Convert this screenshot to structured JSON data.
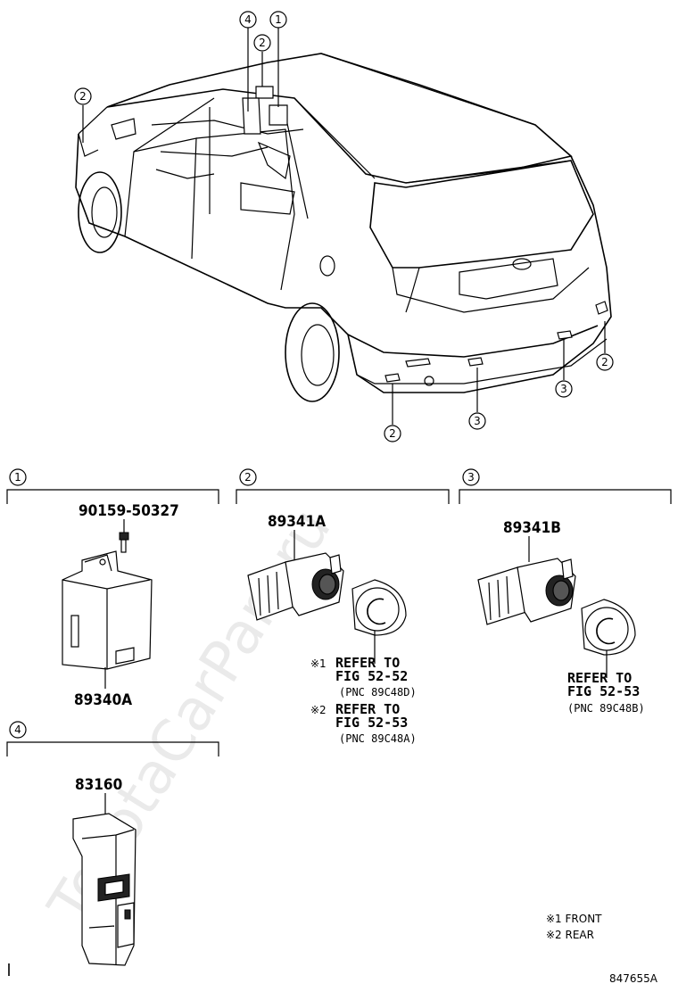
{
  "watermark": "ToyotaCarPart.ru",
  "overview_callouts": [
    "4",
    "2",
    "1",
    "2",
    "2",
    "2",
    "3",
    "3"
  ],
  "sections": [
    {
      "number": "1",
      "part_numbers": [
        "90159-50327",
        "89340A"
      ]
    },
    {
      "number": "2",
      "part_number": "89341A",
      "refs": [
        {
          "mark": "※1",
          "line1": "REFER TO",
          "line2": "FIG 52-52",
          "pnc": "(PNC 89C48D)"
        },
        {
          "mark": "※2",
          "line1": "REFER TO",
          "line2": "FIG 52-53",
          "pnc": "(PNC 89C48A)"
        }
      ]
    },
    {
      "number": "3",
      "part_number": "89341B",
      "refs": [
        {
          "line1": "REFER TO",
          "line2": "FIG 52-53",
          "pnc": "(PNC 89C48B)"
        }
      ]
    },
    {
      "number": "4",
      "part_number": "83160"
    }
  ],
  "legend": [
    "※1 FRONT",
    "※2 REAR"
  ],
  "figure_id": "847655A"
}
